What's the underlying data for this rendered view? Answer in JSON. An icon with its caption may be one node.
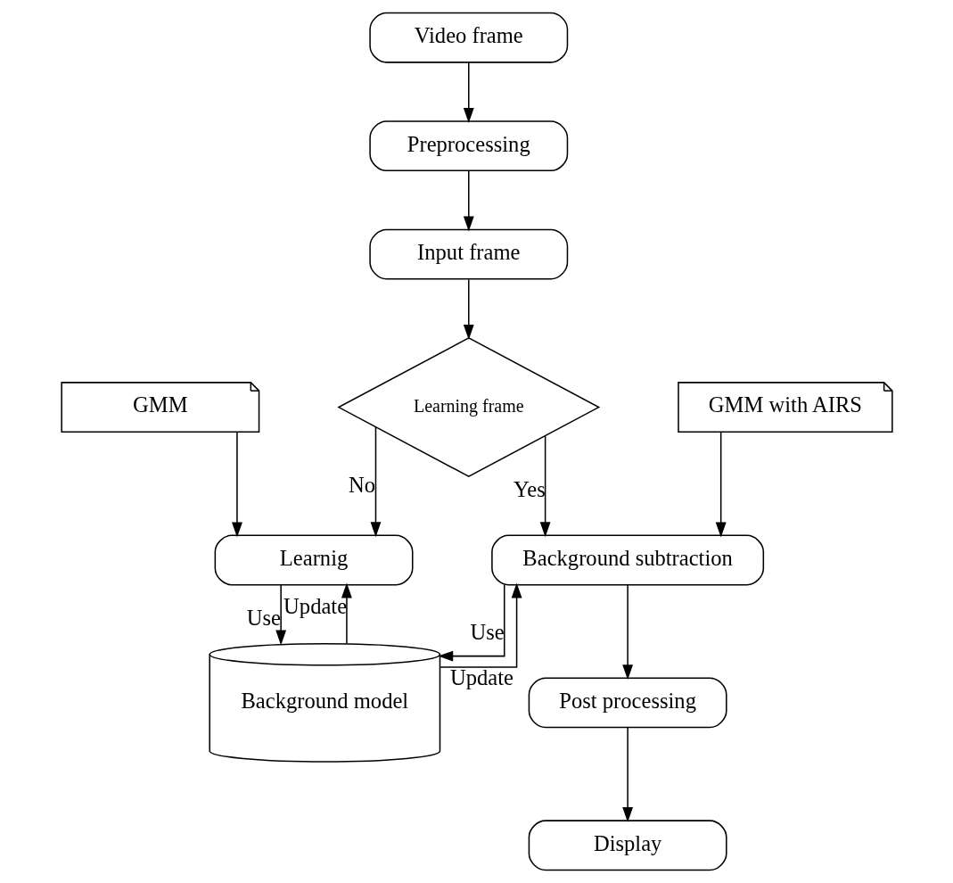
{
  "diagram": {
    "nodes": [
      {
        "text": [
          "Video frame"
        ]
      },
      {
        "text": [
          "Preprocessing"
        ]
      },
      {
        "text": [
          "Input frame"
        ]
      },
      {
        "text": [
          "Learning frame"
        ]
      },
      {
        "text": [
          "GMM"
        ]
      },
      {
        "text": [
          "GMM with AIRS"
        ]
      },
      {
        "text": [
          "Learnig"
        ]
      },
      {
        "text": [
          "Background subtraction"
        ]
      },
      {
        "text": [
          "Background model"
        ]
      },
      {
        "text": [
          "Post processing"
        ]
      },
      {
        "text": [
          "Display"
        ]
      }
    ],
    "edges": [
      {
        "from": 0,
        "to": 1,
        "arrow": "to"
      },
      {
        "from": 1,
        "to": 2,
        "arrow": "to"
      },
      {
        "from": 2,
        "to": 3,
        "arrow": "to"
      },
      {
        "from": 3,
        "to": 6,
        "arrow": "to",
        "label": "No"
      },
      {
        "from": 3,
        "to": 7,
        "arrow": "to",
        "label": "Yes"
      },
      {
        "from": 4,
        "to": 6,
        "arrow": "to"
      },
      {
        "from": 5,
        "to": 7,
        "arrow": "to"
      },
      {
        "from": 8,
        "to": 6,
        "arrow": "to",
        "label": "Update"
      },
      {
        "from": 6,
        "to": 8,
        "arrow": "to",
        "label": "Use"
      },
      {
        "from": 8,
        "to": 7,
        "arrow": "to",
        "label": "Update"
      },
      {
        "from": 7,
        "to": 8,
        "arrow": "to",
        "label": "Use"
      },
      {
        "from": 7,
        "to": 9,
        "arrow": "to"
      },
      {
        "from": 9,
        "to": 10,
        "arrow": "to"
      }
    ]
  }
}
